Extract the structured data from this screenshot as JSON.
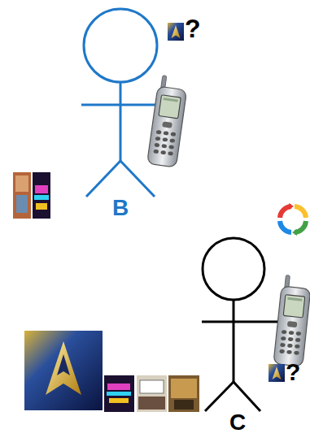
{
  "diagram": {
    "labels": [
      "?",
      "B",
      "?",
      "C"
    ]
  }
}
